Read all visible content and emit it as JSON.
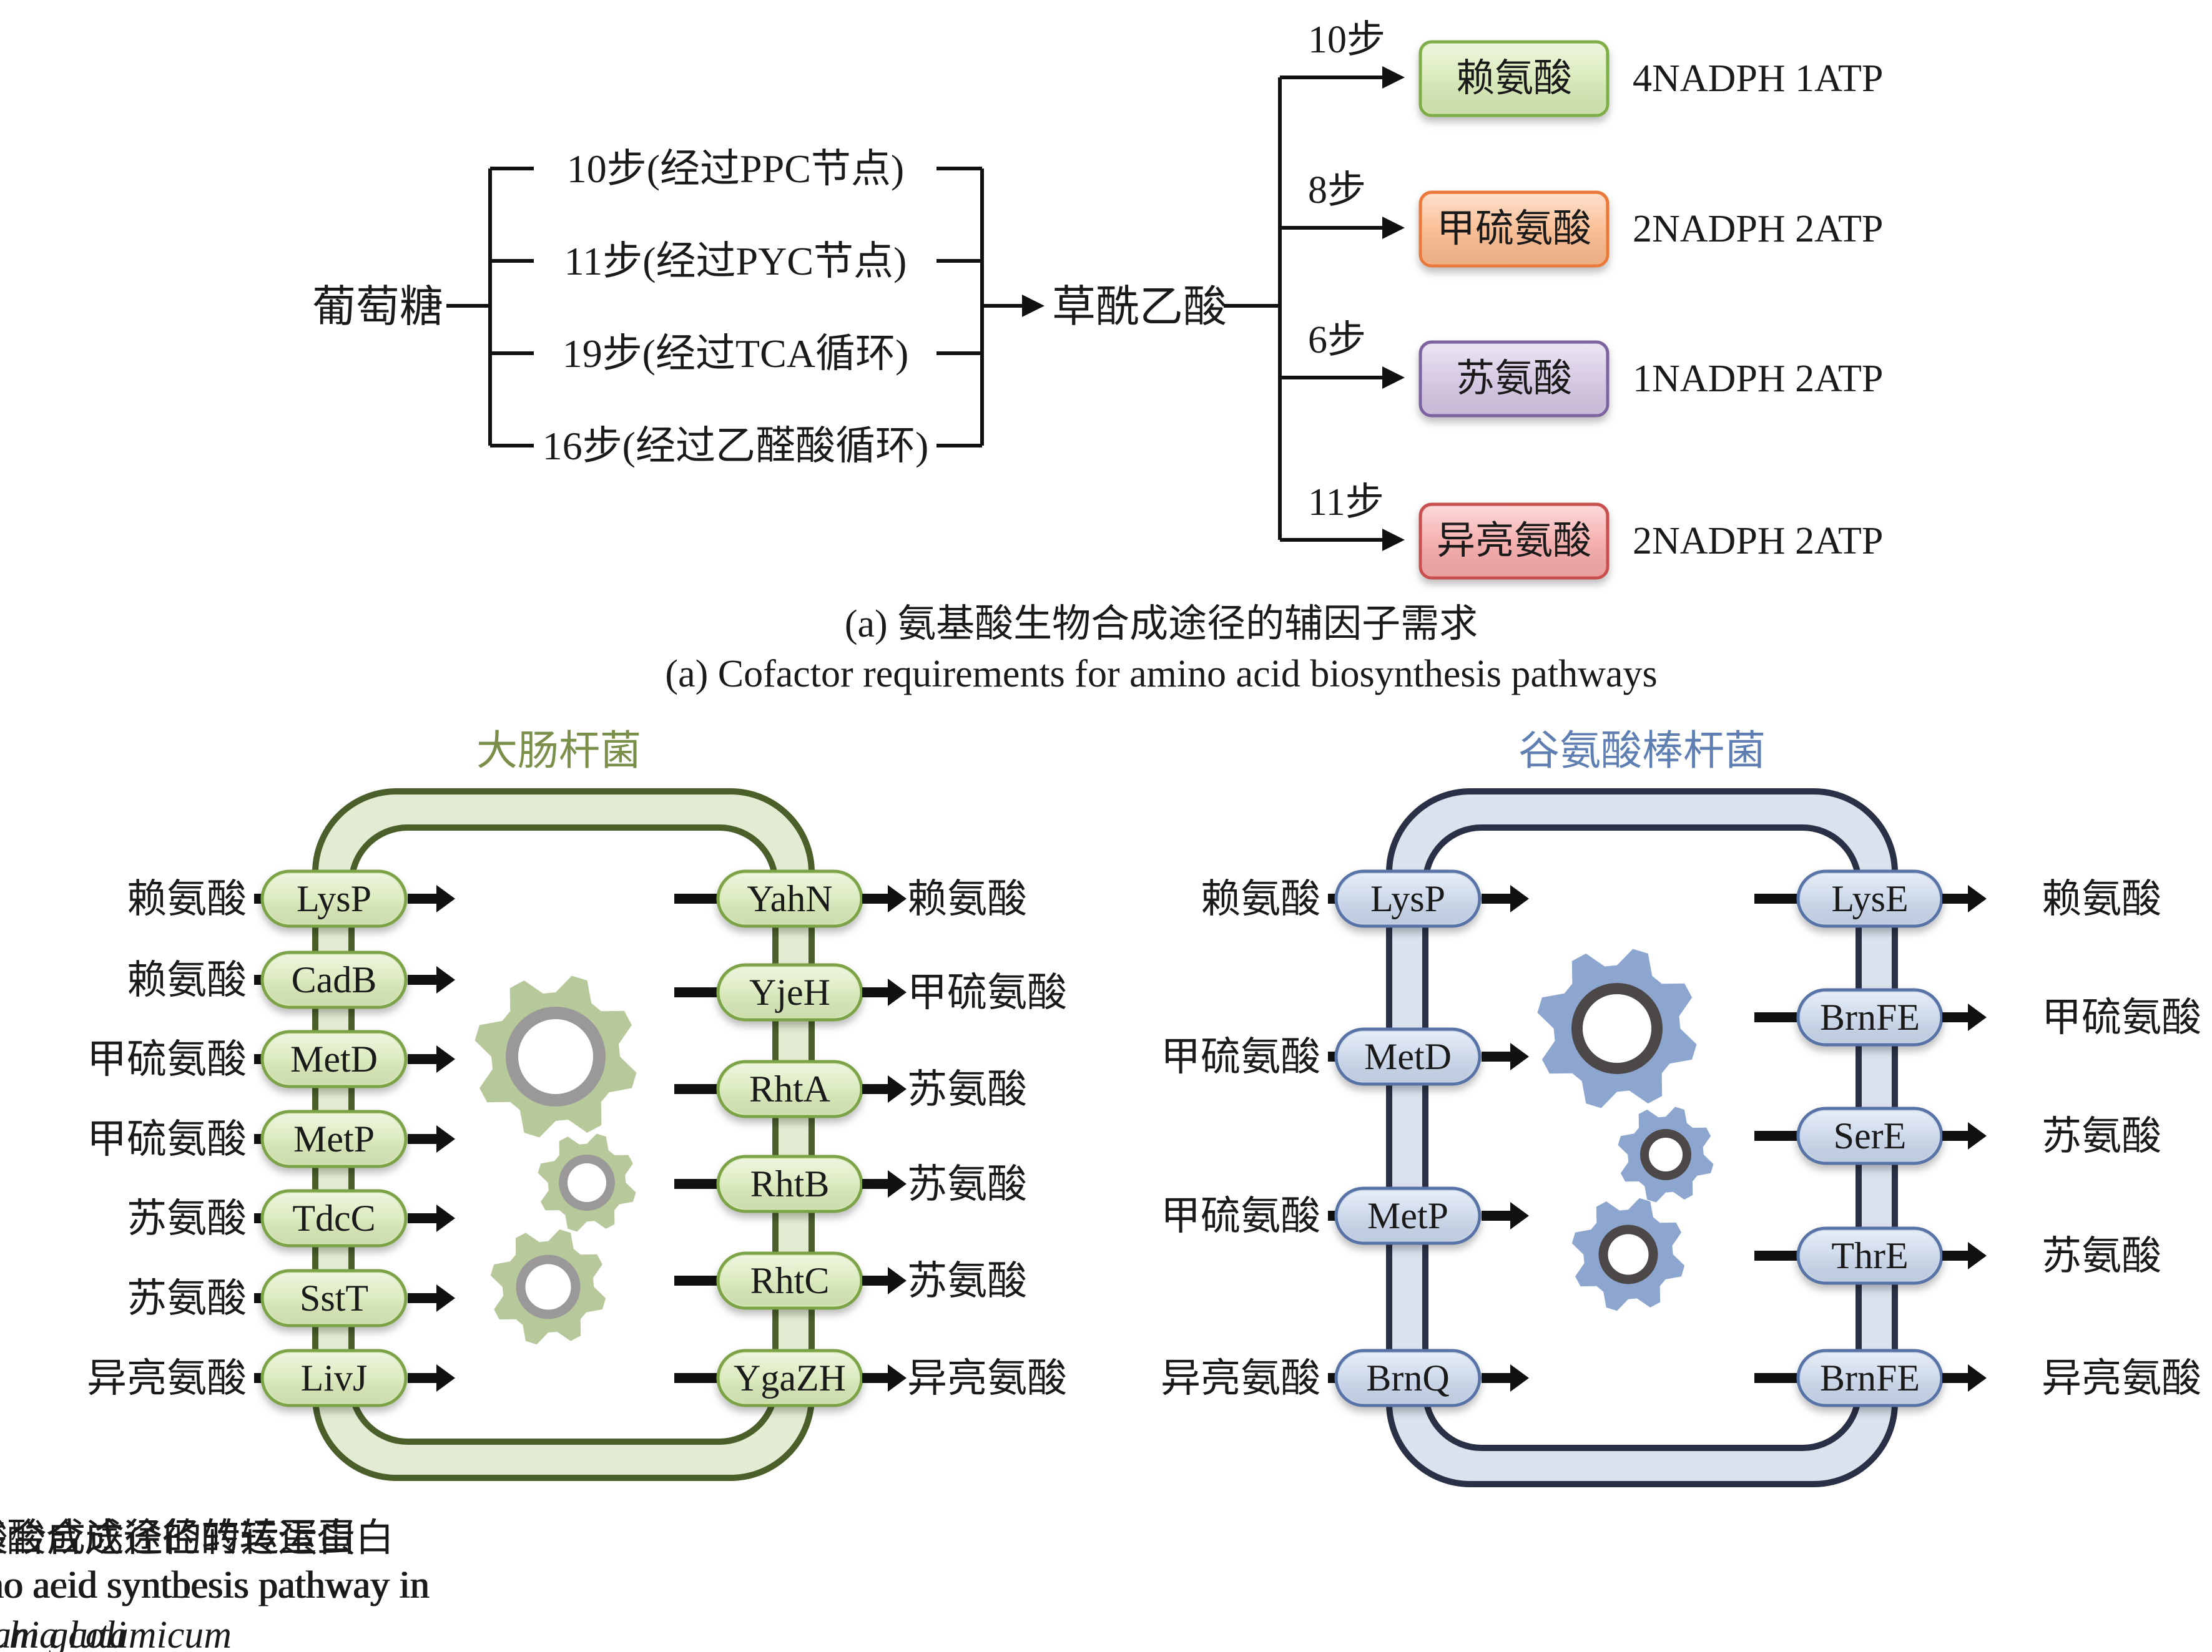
{
  "panel_a": {
    "source": "葡萄糖",
    "routes": [
      "10步(经过PPC节点)",
      "11步(经过PYC节点)",
      "19步(经过TCA循环)",
      "16步(经过乙醛酸循环)"
    ],
    "intermediate": "草酰乙酸",
    "products": [
      {
        "steps": "10步",
        "name": "赖氨酸",
        "cofactors": "4NADPH 1ATP",
        "fill": "#d6e9b4",
        "border": "#7fae4a"
      },
      {
        "steps": "8步",
        "name": "甲硫氨酸",
        "cofactors": "2NADPH 2ATP",
        "fill": "#f9b98c",
        "border": "#e97a3a"
      },
      {
        "steps": "6步",
        "name": "苏氨酸",
        "cofactors": "1NADPH 2ATP",
        "fill": "#d3c5e2",
        "border": "#7d649f"
      },
      {
        "steps": "11步",
        "name": "异亮氨酸",
        "cofactors": "2NADPH 2ATP",
        "fill": "#f4a9a8",
        "border": "#c8504f"
      }
    ],
    "caption_cn": "(a) 氨基酸生物合成途径的辅因子需求",
    "caption_en": "(a) Cofactor requirements for amino acid biosynthesis pathways"
  },
  "panel_b": {
    "title": "大肠杆菌",
    "title_color": "#7a8f4a",
    "membrane_fill": "#e3ecd3",
    "membrane_stroke": "#4a5f2a",
    "transporter_fill": "#d8e9b8",
    "transporter_border": "#7da34a",
    "gear_color": "#b7c99a",
    "gear_ring": "#9b9899",
    "importers": [
      {
        "substrate": "赖氨酸",
        "transporter": "LysP"
      },
      {
        "substrate": "赖氨酸",
        "transporter": "CadB"
      },
      {
        "substrate": "甲硫氨酸",
        "transporter": "MetD"
      },
      {
        "substrate": "甲硫氨酸",
        "transporter": "MetP"
      },
      {
        "substrate": "苏氨酸",
        "transporter": "TdcC"
      },
      {
        "substrate": "苏氨酸",
        "transporter": "SstT"
      },
      {
        "substrate": "异亮氨酸",
        "transporter": "LivJ"
      }
    ],
    "exporters": [
      {
        "transporter": "YahN",
        "product": "赖氨酸"
      },
      {
        "transporter": "YjeH",
        "product": "甲硫氨酸"
      },
      {
        "transporter": "RhtA",
        "product": "苏氨酸"
      },
      {
        "transporter": "RhtB",
        "product": "苏氨酸"
      },
      {
        "transporter": "RhtC",
        "product": "苏氨酸"
      },
      {
        "transporter": "YgaZH",
        "product": "异亮氨酸"
      }
    ],
    "caption_cn": "(b) 大肠杆菌中氨基酸合成途径的转运蛋白",
    "caption_en": "(b) Transporters of the amino aeid syntbesis pathway in",
    "caption_species": "Escherichia coli"
  },
  "panel_c": {
    "title": "谷氨酸棒杆菌",
    "title_color": "#5f7fb3",
    "membrane_fill": "#dbe2ee",
    "membrane_stroke": "#2a3045",
    "transporter_fill": "#c9d6ea",
    "transporter_border": "#5873a6",
    "gear_color": "#8ca6cf",
    "gear_ring": "#4d4848",
    "importers": [
      {
        "substrate": "赖氨酸",
        "transporter": "LysP"
      },
      {
        "substrate": "甲硫氨酸",
        "transporter": "MetD"
      },
      {
        "substrate": "甲硫氨酸",
        "transporter": "MetP"
      },
      {
        "substrate": "异亮氨酸",
        "transporter": "BrnQ"
      }
    ],
    "exporters": [
      {
        "transporter": "LysE",
        "product": "赖氨酸"
      },
      {
        "transporter": "BrnFE",
        "product": "甲硫氨酸"
      },
      {
        "transporter": "SerE",
        "product": "苏氨酸"
      },
      {
        "transporter": "ThrE",
        "product": "苏氨酸"
      },
      {
        "transporter": "BrnFE",
        "product": "异亮氨酸"
      }
    ],
    "caption_cn": "(c) 谷氨酸棒杆菌中氨基酸合成途径的转运蛋白",
    "caption_en": "(c) Transporters of the amino acid synthesis pathway in",
    "caption_species": "Corynebacterium glutamicum"
  }
}
